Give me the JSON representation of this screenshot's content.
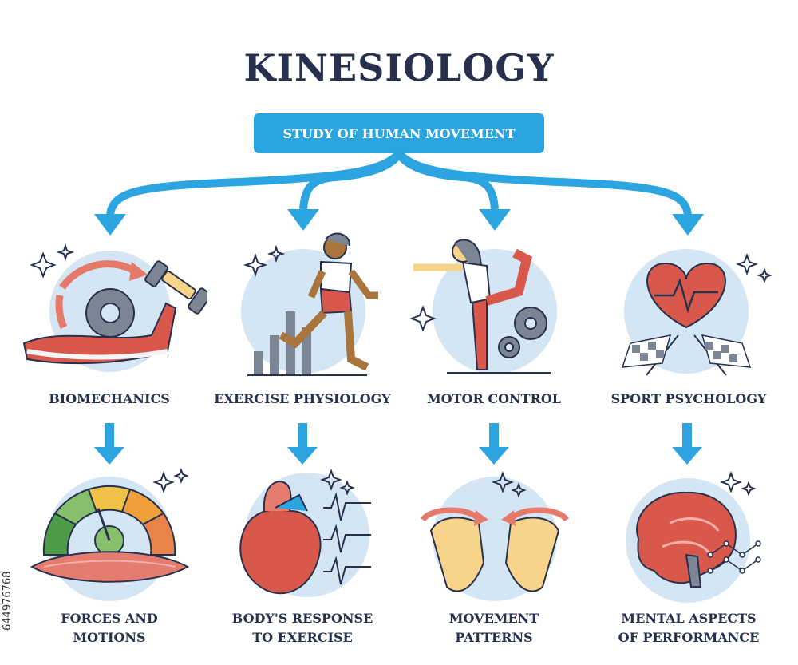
{
  "title": "KINESIOLOGY",
  "subtitle": "STUDY OF HUMAN MOVEMENT",
  "stock_id": "644976768",
  "colors": {
    "title": "#27304d",
    "arrow": "#2ba4e0",
    "circle": "#d4e6f4",
    "red": "#d9433f",
    "skin": "#f7d48a"
  },
  "categories": [
    {
      "label": "BIOMECHANICS",
      "sub": [
        "FORCES AND",
        "MOTIONS"
      ],
      "icon": "gear-arm-dumbbell-icon",
      "sub_icon": "muscle-gauge-icon"
    },
    {
      "label": "EXERCISE PHYSIOLOGY",
      "sub": [
        "BODY'S RESPONSE",
        "TO EXERCISE"
      ],
      "icon": "runner-chart-icon",
      "sub_icon": "heart-pulse-icon"
    },
    {
      "label": "MOTOR CONTROL",
      "sub": [
        "MOVEMENT",
        "PATTERNS"
      ],
      "icon": "yoga-gears-icon",
      "sub_icon": "hands-rotation-icon"
    },
    {
      "label": "SPORT PSYCHOLOGY",
      "sub": [
        "MENTAL ASPECTS",
        "OF PERFORMANCE"
      ],
      "icon": "heart-flags-icon",
      "sub_icon": "brain-network-icon"
    }
  ]
}
